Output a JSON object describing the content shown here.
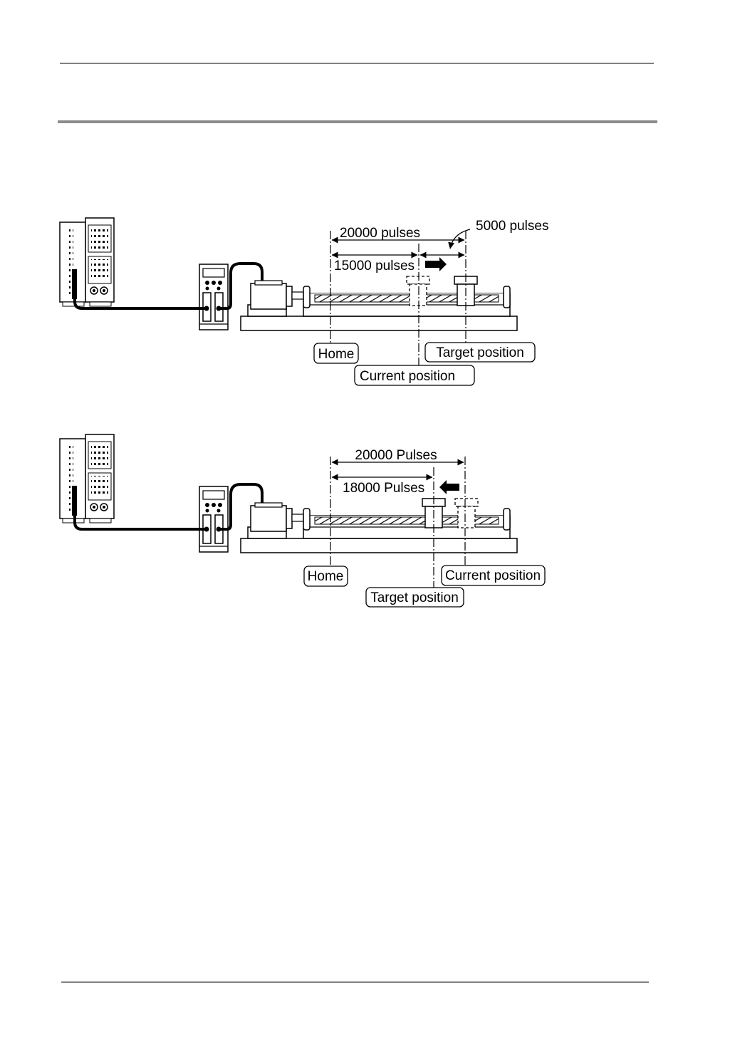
{
  "diagram_1": {
    "dim_total": "20000 pulses",
    "dim_moved": "15000 pulses",
    "dim_remaining": "5000 pulses",
    "home_label": "Home",
    "target_label": "Target position",
    "current_label": "Current position"
  },
  "diagram_2": {
    "dim_total": "20000 Pulses",
    "dim_moved": "18000 Pulses",
    "home_label": "Home",
    "target_label": "Target position",
    "current_label": "Current position"
  }
}
